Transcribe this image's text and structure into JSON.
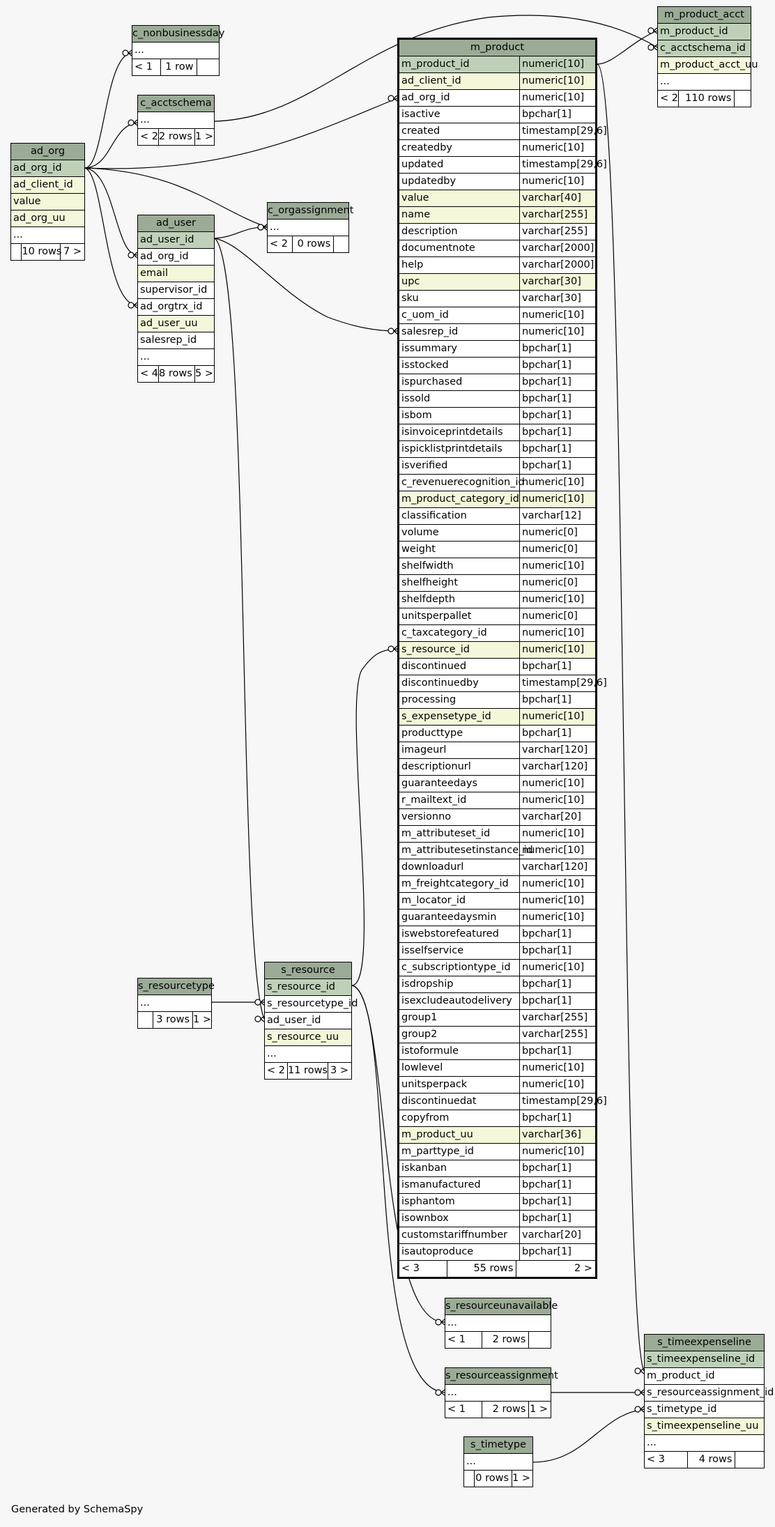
{
  "footer_text": "Generated by SchemaSpy",
  "colors": {
    "title_bg": "#9bab96",
    "pk_bg": "#bed1b8",
    "index_bg": "#f4f7da",
    "background": "#f7f7f7"
  },
  "tables": {
    "c_nonbusinessday": {
      "name": "c_nonbusinessday",
      "rows": [
        {
          "n": "..."
        }
      ],
      "foot": [
        "< 1",
        "1 row",
        ""
      ]
    },
    "c_acctschema": {
      "name": "c_acctschema",
      "rows": [
        {
          "n": "..."
        }
      ],
      "foot": [
        "< 2",
        "2 rows",
        "1 >"
      ]
    },
    "ad_org": {
      "name": "ad_org",
      "rows": [
        {
          "n": "ad_org_id",
          "k": "pk"
        },
        {
          "n": "ad_client_id",
          "k": "idx"
        },
        {
          "n": "value",
          "k": "idx"
        },
        {
          "n": "ad_org_uu",
          "k": "idx"
        },
        {
          "n": "..."
        }
      ],
      "foot": [
        "",
        "10 rows",
        "7 >"
      ]
    },
    "ad_user": {
      "name": "ad_user",
      "rows": [
        {
          "n": "ad_user_id",
          "k": "pk"
        },
        {
          "n": "ad_org_id"
        },
        {
          "n": "email",
          "k": "idx"
        },
        {
          "n": "supervisor_id"
        },
        {
          "n": "ad_orgtrx_id"
        },
        {
          "n": "ad_user_uu",
          "k": "idx"
        },
        {
          "n": "salesrep_id"
        },
        {
          "n": "..."
        }
      ],
      "foot": [
        "< 4",
        "8 rows",
        "5 >"
      ]
    },
    "c_orgassignment": {
      "name": "c_orgassignment",
      "rows": [
        {
          "n": "..."
        }
      ],
      "foot": [
        "< 2",
        "0 rows",
        ""
      ]
    },
    "m_product_acct": {
      "name": "m_product_acct",
      "rows": [
        {
          "n": "m_product_id",
          "k": "pk"
        },
        {
          "n": "c_acctschema_id",
          "k": "pk"
        },
        {
          "n": "m_product_acct_uu",
          "k": "idx"
        },
        {
          "n": "..."
        }
      ],
      "foot": [
        "< 2",
        "110 rows",
        ""
      ]
    },
    "s_resourcetype": {
      "name": "s_resourcetype",
      "rows": [
        {
          "n": "..."
        }
      ],
      "foot": [
        "",
        "3 rows",
        "1 >"
      ]
    },
    "s_resource": {
      "name": "s_resource",
      "rows": [
        {
          "n": "s_resource_id",
          "k": "pk"
        },
        {
          "n": "s_resourcetype_id"
        },
        {
          "n": "ad_user_id"
        },
        {
          "n": "s_resource_uu",
          "k": "idx"
        },
        {
          "n": "..."
        }
      ],
      "foot": [
        "< 2",
        "11 rows",
        "3 >"
      ]
    },
    "s_resourceunavailable": {
      "name": "s_resourceunavailable",
      "rows": [
        {
          "n": "..."
        }
      ],
      "foot": [
        "< 1",
        "2 rows",
        ""
      ]
    },
    "s_resourceassignment": {
      "name": "s_resourceassignment",
      "rows": [
        {
          "n": "..."
        }
      ],
      "foot": [
        "< 1",
        "2 rows",
        "1 >"
      ]
    },
    "s_timetype": {
      "name": "s_timetype",
      "rows": [
        {
          "n": "..."
        }
      ],
      "foot": [
        "",
        "0 rows",
        "1 >"
      ]
    },
    "s_timeexpenseline": {
      "name": "s_timeexpenseline",
      "rows": [
        {
          "n": "s_timeexpenseline_id",
          "k": "pk"
        },
        {
          "n": "m_product_id"
        },
        {
          "n": "s_resourceassignment_id"
        },
        {
          "n": "s_timetype_id"
        },
        {
          "n": "s_timeexpenseline_uu",
          "k": "idx"
        },
        {
          "n": "..."
        }
      ],
      "foot": [
        "< 3",
        "4 rows",
        ""
      ]
    },
    "m_product": {
      "name": "m_product",
      "rows": [
        {
          "n": "m_product_id",
          "t": "numeric[10]",
          "k": "pk"
        },
        {
          "n": "ad_client_id",
          "t": "numeric[10]",
          "k": "idx"
        },
        {
          "n": "ad_org_id",
          "t": "numeric[10]"
        },
        {
          "n": "isactive",
          "t": "bpchar[1]"
        },
        {
          "n": "created",
          "t": "timestamp[29,6]"
        },
        {
          "n": "createdby",
          "t": "numeric[10]"
        },
        {
          "n": "updated",
          "t": "timestamp[29,6]"
        },
        {
          "n": "updatedby",
          "t": "numeric[10]"
        },
        {
          "n": "value",
          "t": "varchar[40]",
          "k": "idx"
        },
        {
          "n": "name",
          "t": "varchar[255]",
          "k": "idx"
        },
        {
          "n": "description",
          "t": "varchar[255]"
        },
        {
          "n": "documentnote",
          "t": "varchar[2000]"
        },
        {
          "n": "help",
          "t": "varchar[2000]"
        },
        {
          "n": "upc",
          "t": "varchar[30]",
          "k": "idx"
        },
        {
          "n": "sku",
          "t": "varchar[30]"
        },
        {
          "n": "c_uom_id",
          "t": "numeric[10]"
        },
        {
          "n": "salesrep_id",
          "t": "numeric[10]"
        },
        {
          "n": "issummary",
          "t": "bpchar[1]"
        },
        {
          "n": "isstocked",
          "t": "bpchar[1]"
        },
        {
          "n": "ispurchased",
          "t": "bpchar[1]"
        },
        {
          "n": "issold",
          "t": "bpchar[1]"
        },
        {
          "n": "isbom",
          "t": "bpchar[1]"
        },
        {
          "n": "isinvoiceprintdetails",
          "t": "bpchar[1]"
        },
        {
          "n": "ispicklistprintdetails",
          "t": "bpchar[1]"
        },
        {
          "n": "isverified",
          "t": "bpchar[1]"
        },
        {
          "n": "c_revenuerecognition_id",
          "t": "numeric[10]"
        },
        {
          "n": "m_product_category_id",
          "t": "numeric[10]",
          "k": "idx"
        },
        {
          "n": "classification",
          "t": "varchar[12]"
        },
        {
          "n": "volume",
          "t": "numeric[0]"
        },
        {
          "n": "weight",
          "t": "numeric[0]"
        },
        {
          "n": "shelfwidth",
          "t": "numeric[10]"
        },
        {
          "n": "shelfheight",
          "t": "numeric[0]"
        },
        {
          "n": "shelfdepth",
          "t": "numeric[10]"
        },
        {
          "n": "unitsperpallet",
          "t": "numeric[0]"
        },
        {
          "n": "c_taxcategory_id",
          "t": "numeric[10]"
        },
        {
          "n": "s_resource_id",
          "t": "numeric[10]",
          "k": "idx"
        },
        {
          "n": "discontinued",
          "t": "bpchar[1]"
        },
        {
          "n": "discontinuedby",
          "t": "timestamp[29,6]"
        },
        {
          "n": "processing",
          "t": "bpchar[1]"
        },
        {
          "n": "s_expensetype_id",
          "t": "numeric[10]",
          "k": "idx"
        },
        {
          "n": "producttype",
          "t": "bpchar[1]"
        },
        {
          "n": "imageurl",
          "t": "varchar[120]"
        },
        {
          "n": "descriptionurl",
          "t": "varchar[120]"
        },
        {
          "n": "guaranteedays",
          "t": "numeric[10]"
        },
        {
          "n": "r_mailtext_id",
          "t": "numeric[10]"
        },
        {
          "n": "versionno",
          "t": "varchar[20]"
        },
        {
          "n": "m_attributeset_id",
          "t": "numeric[10]"
        },
        {
          "n": "m_attributesetinstance_id",
          "t": "numeric[10]"
        },
        {
          "n": "downloadurl",
          "t": "varchar[120]"
        },
        {
          "n": "m_freightcategory_id",
          "t": "numeric[10]"
        },
        {
          "n": "m_locator_id",
          "t": "numeric[10]"
        },
        {
          "n": "guaranteedaysmin",
          "t": "numeric[10]"
        },
        {
          "n": "iswebstorefeatured",
          "t": "bpchar[1]"
        },
        {
          "n": "isselfservice",
          "t": "bpchar[1]"
        },
        {
          "n": "c_subscriptiontype_id",
          "t": "numeric[10]"
        },
        {
          "n": "isdropship",
          "t": "bpchar[1]"
        },
        {
          "n": "isexcludeautodelivery",
          "t": "bpchar[1]"
        },
        {
          "n": "group1",
          "t": "varchar[255]"
        },
        {
          "n": "group2",
          "t": "varchar[255]"
        },
        {
          "n": "istoformule",
          "t": "bpchar[1]"
        },
        {
          "n": "lowlevel",
          "t": "numeric[10]"
        },
        {
          "n": "unitsperpack",
          "t": "numeric[10]"
        },
        {
          "n": "discontinuedat",
          "t": "timestamp[29,6]"
        },
        {
          "n": "copyfrom",
          "t": "bpchar[1]"
        },
        {
          "n": "m_product_uu",
          "t": "varchar[36]",
          "k": "idx"
        },
        {
          "n": "m_parttype_id",
          "t": "numeric[10]"
        },
        {
          "n": "iskanban",
          "t": "bpchar[1]"
        },
        {
          "n": "ismanufactured",
          "t": "bpchar[1]"
        },
        {
          "n": "isphantom",
          "t": "bpchar[1]"
        },
        {
          "n": "isownbox",
          "t": "bpchar[1]"
        },
        {
          "n": "customstariffnumber",
          "t": "varchar[20]"
        },
        {
          "n": "isautoproduce",
          "t": "bpchar[1]"
        }
      ],
      "foot": [
        "< 3",
        "55 rows",
        "2 >"
      ]
    }
  }
}
